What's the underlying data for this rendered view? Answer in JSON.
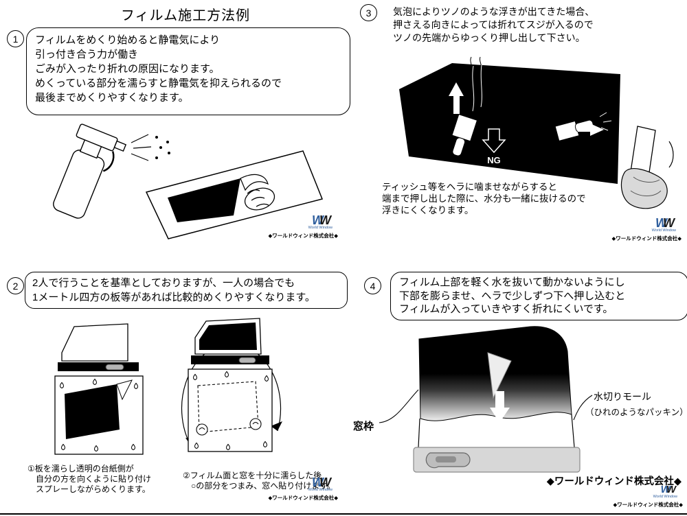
{
  "title": "フィルム施工方法例",
  "company": "◆ワールドウィンド株式会社◆",
  "logo": {
    "mark_left": "W",
    "mark_right": "W",
    "caption": "World Window"
  },
  "sections": {
    "s1": {
      "num": "1",
      "bubble": [
        "フィルムをめくり始めると静電気により",
        "引っ付き合う力が働き",
        "ごみが入ったり折れの原因になります。",
        "めくっている部分を濡らすと静電気を抑えられるので",
        "最後までめくりやすくなります。"
      ]
    },
    "s2": {
      "num": "2",
      "box": [
        "2人で行うことを基準としておりますが、一人の場合でも",
        "1メートル四方の板等があれば比較的めくりやすくなります。"
      ],
      "caption1": [
        "①板を濡らし透明の台紙側が",
        "　自分の方を向くように貼り付け",
        "　スプレーしながらめくります。"
      ],
      "caption2": [
        "②フィルム面と窓を十分に濡らした後",
        "　○の部分をつまみ、窓へ貼り付けます。"
      ]
    },
    "s3": {
      "num": "3",
      "text": [
        "気泡によりツノのような浮きが出てきた場合、",
        "押さえる向きによっては折れてスジが入るので",
        "ツノの先端からゆっくり押し出して下さい。"
      ],
      "ng": "NG",
      "note": [
        "ティッシュ等をヘラに噛ませながらすると",
        "端まで押し出した際に、水分も一緒に抜けるので",
        "浮きにくくなります。"
      ]
    },
    "s4": {
      "num": "4",
      "box": [
        "フィルム上部を軽く水を抜いて動かないようにし",
        "下部を膨らませ、ヘラで少しずつ下へ押し込むと",
        "フィルムが入っていきやすく折れにくいです。"
      ],
      "label_frame": "窓枠",
      "label_molding": "水切りモール",
      "label_molding_sub": "（ひれのようなパッキン）"
    }
  }
}
